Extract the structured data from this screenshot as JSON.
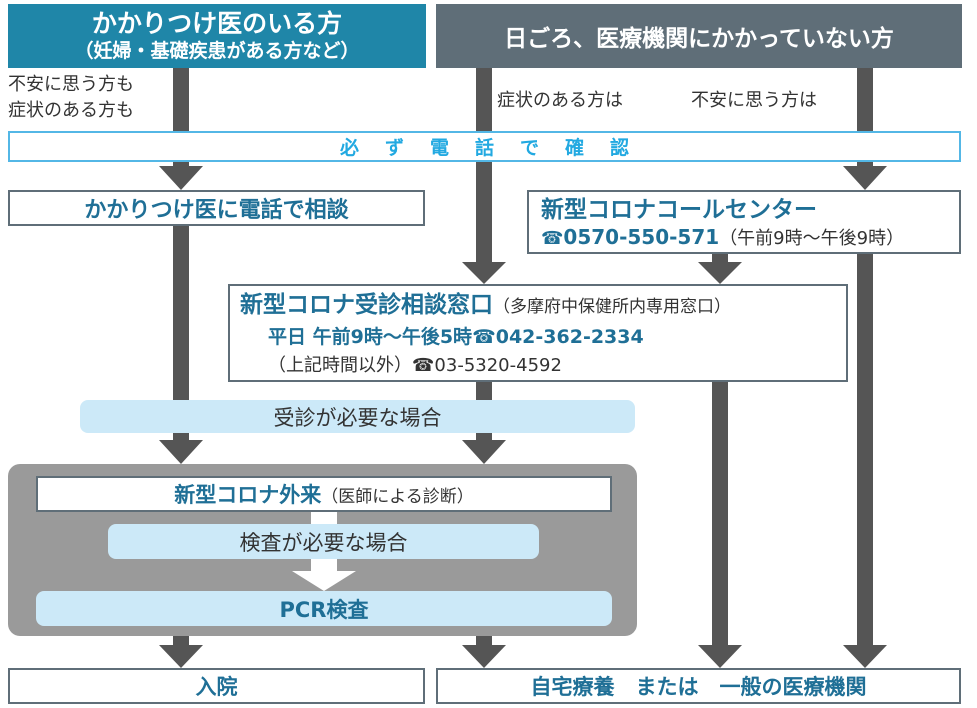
{
  "header": {
    "left_title": "かかりつけ医のいる方",
    "left_subtitle": "（妊婦・基礎疾患がある方など）",
    "right_title": "日ごろ、医療機関にかかっていない方"
  },
  "notes": {
    "left_line1": "不安に思う方も",
    "left_line2": "症状のある方も",
    "middle": "症状のある方は",
    "right": "不安に思う方は"
  },
  "band": {
    "label": "必ず電話で確認"
  },
  "kakaritsuke": {
    "label": "かかりつけ医に電話で相談"
  },
  "call_center": {
    "title": "新型コロナコールセンター",
    "phone_icon": "telephone-icon",
    "phone": "0570-550-571",
    "hours": "（午前9時～午後9時）"
  },
  "jushin": {
    "title": "新型コロナ受診相談窓口",
    "subtitle": "（多摩府中保健所内専用窓口）",
    "weekday_label": "平日 午前9時～午後5時",
    "weekday_phone": "042-362-2334",
    "other_label": "（上記時間以外）",
    "other_phone": "03-5320-4592"
  },
  "need_visit": {
    "label": "受診が必要な場合"
  },
  "gairai": {
    "title": "新型コロナ外来",
    "subtitle": "（医師による診断）"
  },
  "need_test": {
    "label": "検査が必要な場合"
  },
  "pcr": {
    "label": "PCR検査"
  },
  "outcomes": {
    "hospital": "入院",
    "home": "自宅療養　または　一般の医療機関"
  },
  "colors": {
    "teal_header": "#1f86a8",
    "gray_header": "#5f6e78",
    "accent_blue": "#22a9e1",
    "text_blue": "#1f6f96",
    "pill_bg": "#cce9f8",
    "panel_gray": "#9a9a9a",
    "arrow": "#555555"
  }
}
